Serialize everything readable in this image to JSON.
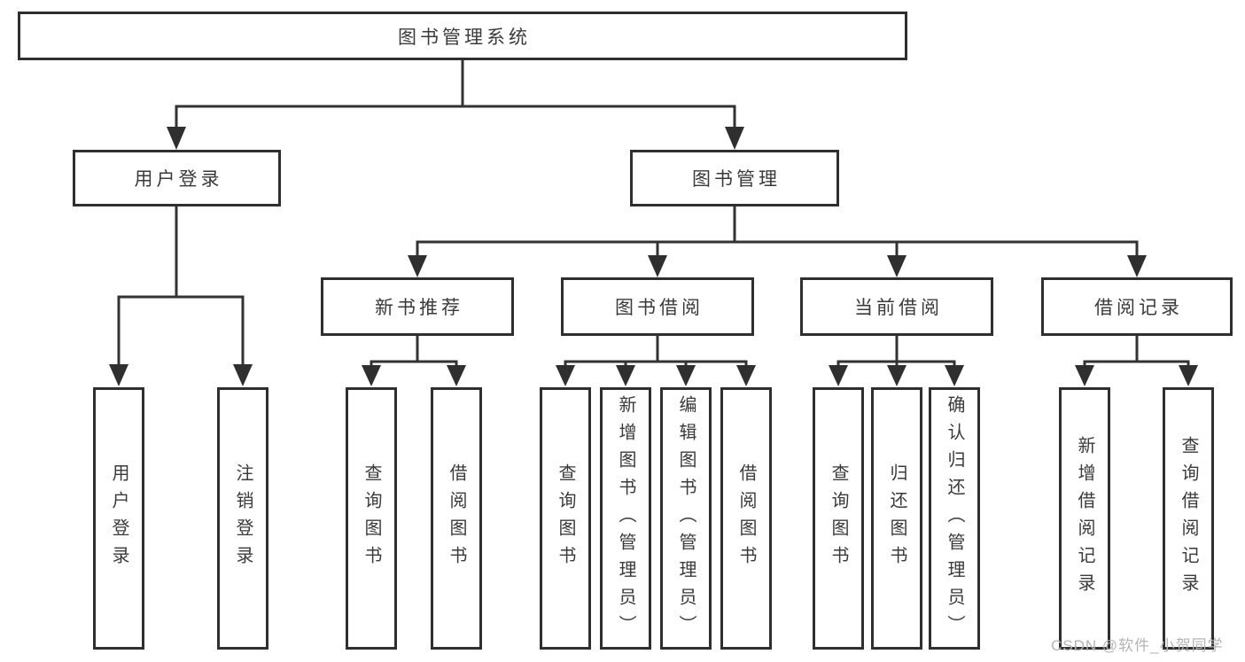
{
  "colors": {
    "background": "#ffffff",
    "line": "#333333",
    "box_border": "#2f2f2f",
    "text": "#3a3a3a",
    "watermark": "#b4b4b4"
  },
  "icons": {
    "arrowhead": "filled-triangle-down"
  },
  "diagram": {
    "title_node": {
      "label": "图书管理系统"
    },
    "level2": [
      {
        "label": "用户登录"
      },
      {
        "label": "图书管理"
      }
    ],
    "level3": [
      {
        "label": "新书推荐",
        "parent": "图书管理"
      },
      {
        "label": "图书借阅",
        "parent": "图书管理"
      },
      {
        "label": "当前借阅",
        "parent": "图书管理"
      },
      {
        "label": "借阅记录",
        "parent": "图书管理"
      }
    ],
    "leaves": [
      {
        "label": "用户登录",
        "parent": "用户登录"
      },
      {
        "label": "注销登录",
        "parent": "用户登录"
      },
      {
        "label": "查询图书",
        "parent": "新书推荐"
      },
      {
        "label": "借阅图书",
        "parent": "新书推荐"
      },
      {
        "label": "查询图书",
        "parent": "图书借阅"
      },
      {
        "label": "新增图书（管理员）",
        "parent": "图书借阅"
      },
      {
        "label": "编辑图书（管理员）",
        "parent": "图书借阅"
      },
      {
        "label": "借阅图书",
        "parent": "图书借阅"
      },
      {
        "label": "查询图书",
        "parent": "当前借阅"
      },
      {
        "label": "归还图书",
        "parent": "当前借阅"
      },
      {
        "label": "确认归还（管理员）",
        "parent": "当前借阅"
      },
      {
        "label": "新增借阅记录",
        "parent": "借阅记录"
      },
      {
        "label": "查询借阅记录",
        "parent": "借阅记录"
      }
    ]
  },
  "watermark": {
    "text": "CSDN @软件_小贺同学"
  }
}
